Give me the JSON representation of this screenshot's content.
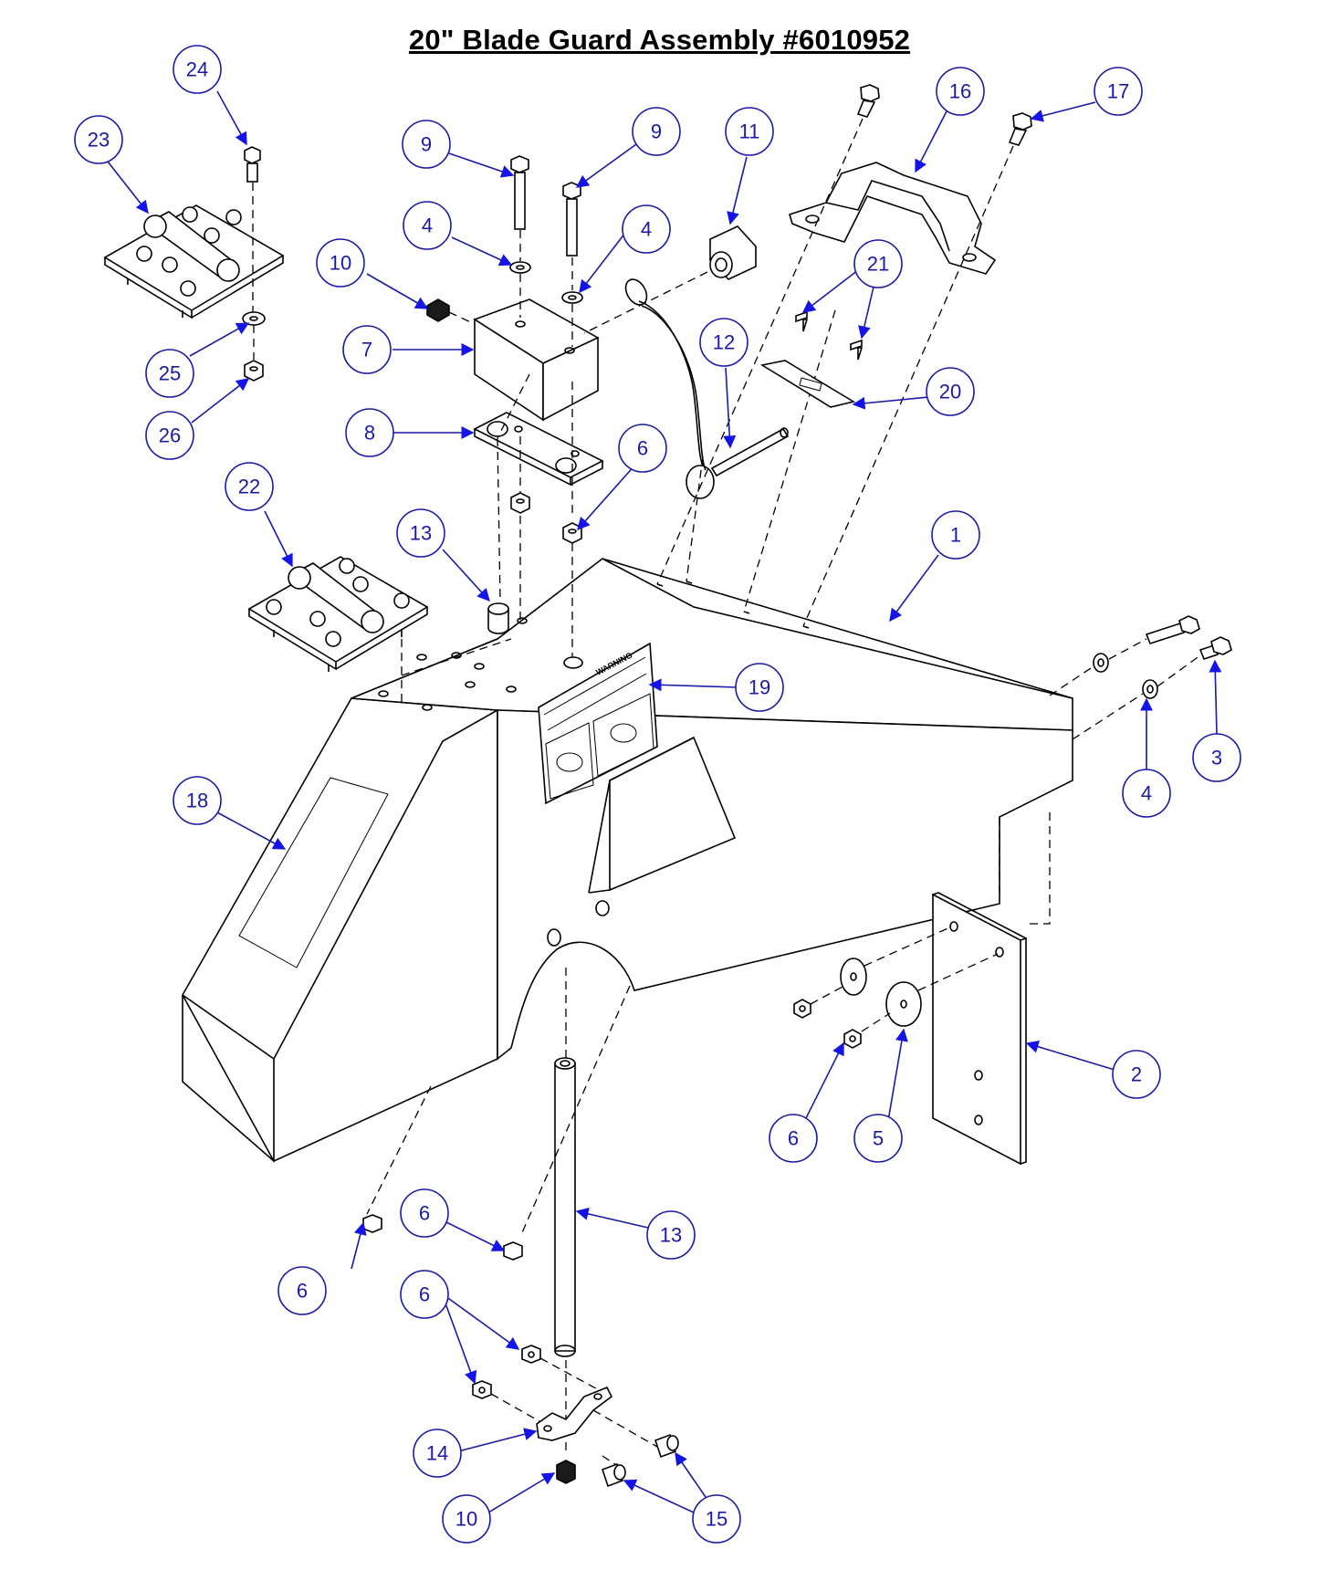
{
  "title": "20\" Blade Guard Assembly #6010952",
  "colors": {
    "callout": "#1a1aa6",
    "line": "#000000",
    "arrow": "#1414e6",
    "background": "#ffffff"
  },
  "callouts": [
    "1",
    "2",
    "3",
    "4",
    "4",
    "4",
    "5",
    "6",
    "6",
    "6",
    "6",
    "6",
    "6",
    "7",
    "8",
    "9",
    "9",
    "10",
    "10",
    "11",
    "12",
    "13",
    "13",
    "14",
    "15",
    "16",
    "17",
    "18",
    "19",
    "20",
    "21",
    "22",
    "23",
    "24",
    "25",
    "26"
  ],
  "decal_text": "WARNING"
}
